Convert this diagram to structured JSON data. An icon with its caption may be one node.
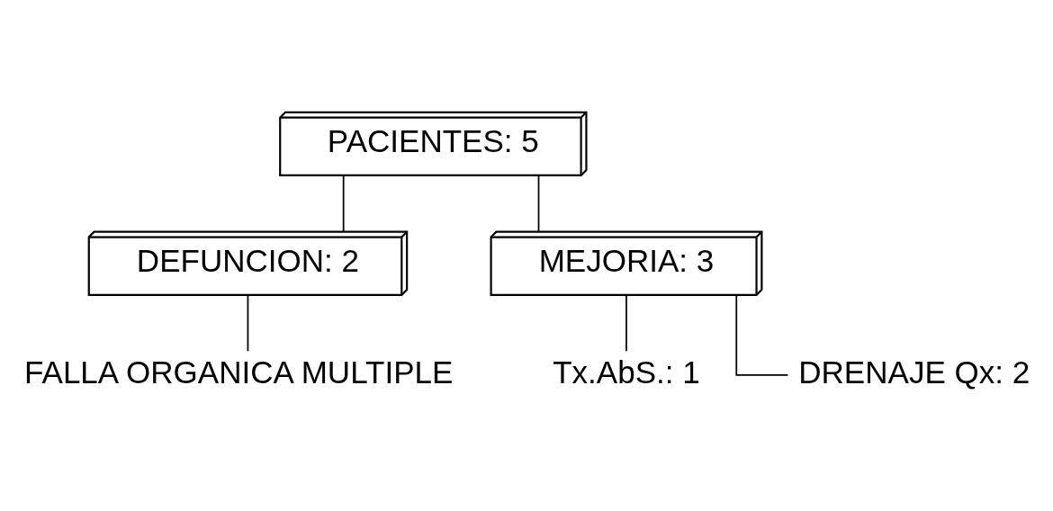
{
  "diagram": {
    "nodes": [
      {
        "text": [
          "PACIENTES: 5"
        ]
      },
      {
        "text": [
          "DEFUNCION: 2"
        ]
      },
      {
        "text": [
          "MEJORIA: 3"
        ]
      },
      {
        "text": [
          "FALLA ORGANICA MULTIPLE"
        ]
      },
      {
        "text": [
          "Tx.AbS.: 1"
        ]
      },
      {
        "text": [
          "DRENAJE Qx: 2"
        ]
      }
    ],
    "edges": [
      {
        "from": 0,
        "to": 1,
        "arrow": "none"
      },
      {
        "from": 0,
        "to": 2,
        "arrow": "none"
      },
      {
        "from": 1,
        "to": 3,
        "arrow": "none"
      },
      {
        "from": 2,
        "to": 4,
        "arrow": "none"
      },
      {
        "from": 2,
        "to": 5,
        "arrow": "none"
      }
    ]
  }
}
